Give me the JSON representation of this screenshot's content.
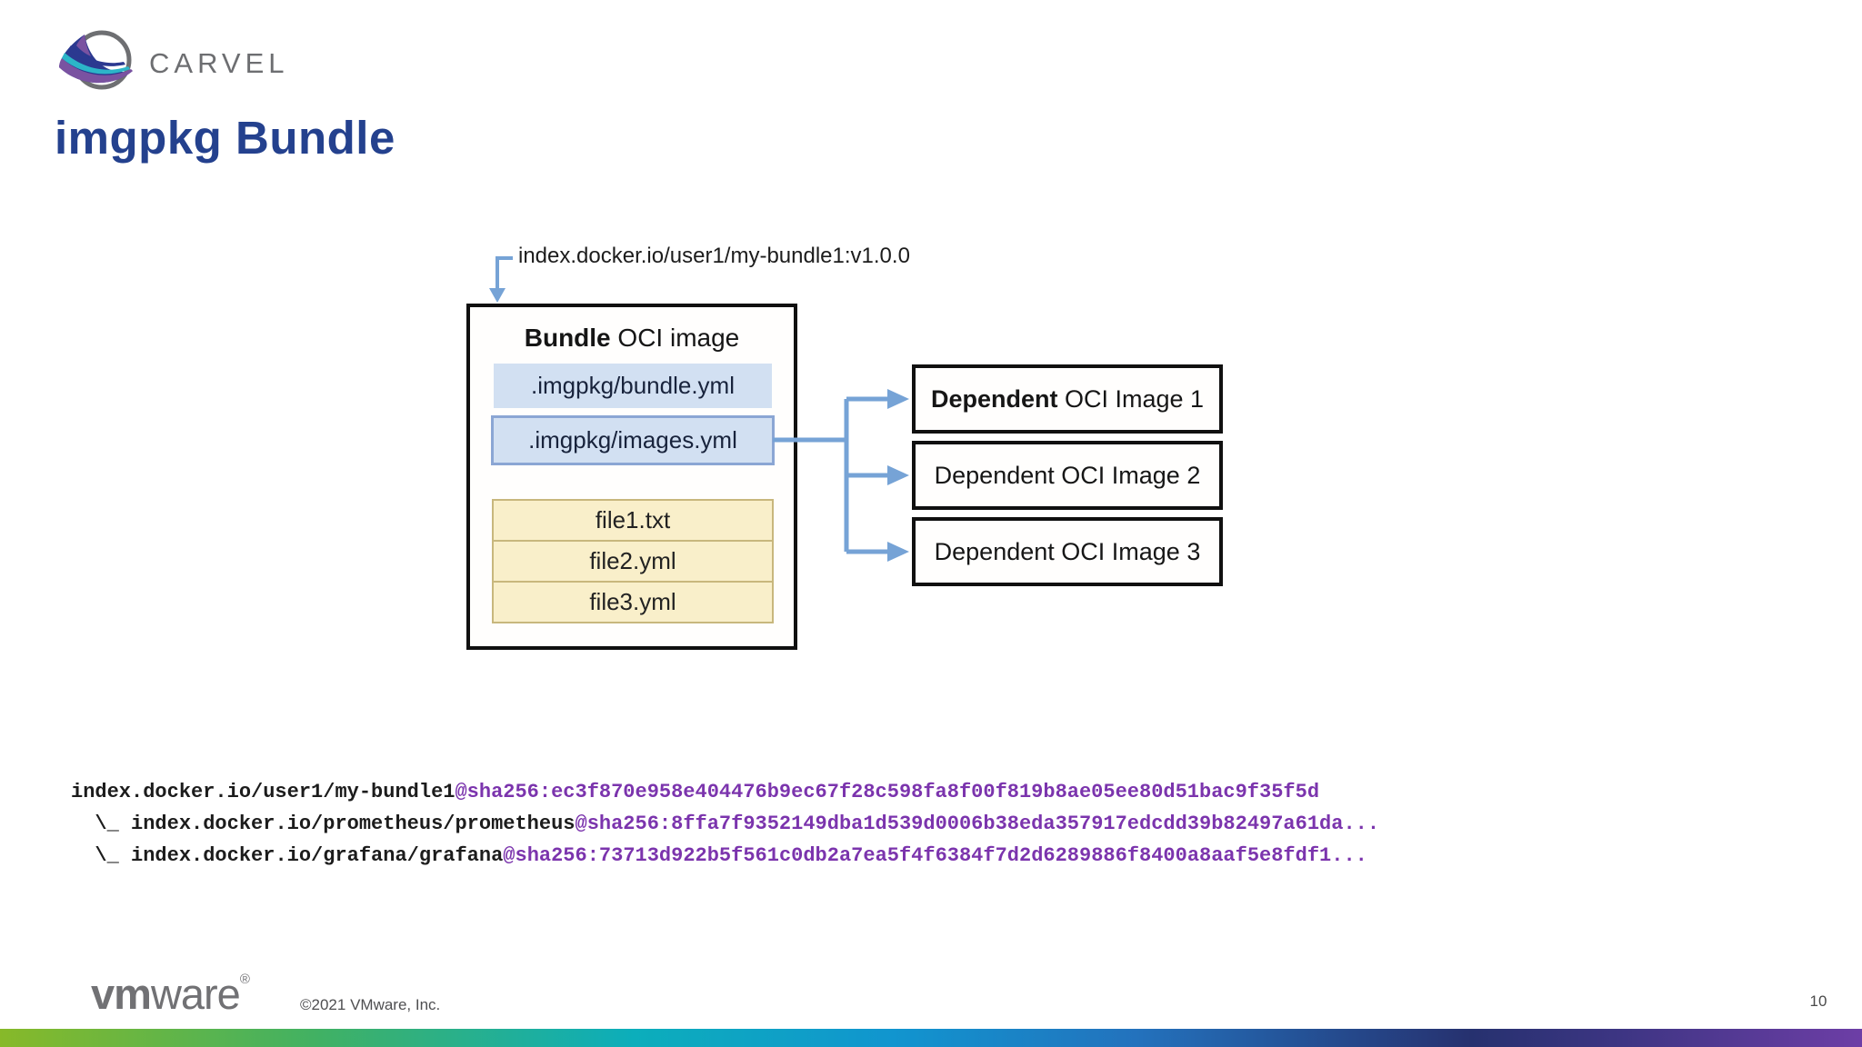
{
  "header": {
    "logo_text": "CARVEL"
  },
  "title": "imgpkg Bundle",
  "diagram": {
    "ref_label": "index.docker.io/user1/my-bundle1:v1.0.0",
    "bundle_box": {
      "title_bold": "Bundle",
      "title_rest": " OCI image",
      "bundle_yml": ".imgpkg/bundle.yml",
      "images_yml": ".imgpkg/images.yml",
      "files": [
        "file1.txt",
        "file2.yml",
        "file3.yml"
      ]
    },
    "dependents": [
      {
        "bold": "Dependent",
        "rest": " OCI Image 1"
      },
      {
        "bold": "",
        "rest": "Dependent OCI Image 2"
      },
      {
        "bold": "",
        "rest": "Dependent OCI Image 3"
      }
    ]
  },
  "code_listing": {
    "lines": [
      {
        "prefix": "",
        "name": "index.docker.io/user1/my-bundle1",
        "digest": "@sha256:ec3f870e958e404476b9ec67f28c598fa8f00f819b8ae05ee80d51bac9f35f5d"
      },
      {
        "prefix": "  \\_ ",
        "name": "index.docker.io/prometheus/prometheus",
        "digest": "@sha256:8ffa7f9352149dba1d539d0006b38eda357917edcdd39b82497a61da..."
      },
      {
        "prefix": "  \\_ ",
        "name": "index.docker.io/grafana/grafana",
        "digest": "@sha256:73713d922b5f561c0db2a7ea5f4f6384f7d2d6289886f8400a8aaf5e8fdf1..."
      }
    ]
  },
  "footer": {
    "vmware_vm": "vm",
    "vmware_ware": "ware",
    "reg_mark": "®",
    "copyright": "©2021 VMware, Inc.",
    "page_number": "10"
  },
  "colors": {
    "title_blue": "#24418e",
    "digest_purple": "#7b34ad",
    "arrow_blue": "#76a3d6",
    "config_box_fill": "#d2e0f2",
    "config_box_border": "#8ba6d4",
    "file_box_fill": "#f9efca",
    "file_box_border": "#c8b77d",
    "diagram_border": "#101010",
    "logo_gray": "#6d6e71",
    "gradient_bar_stops": [
      "#87b929",
      "#41b163",
      "#0caebb",
      "#1195cf",
      "#2372bd",
      "#26316f",
      "#6d3ea6"
    ]
  }
}
